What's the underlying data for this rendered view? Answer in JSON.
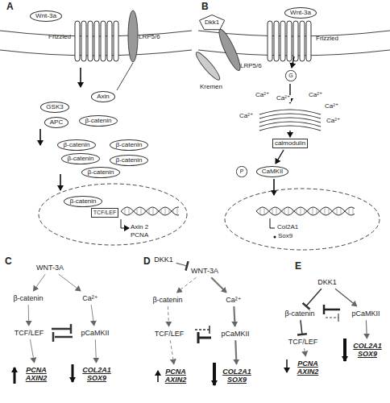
{
  "diagram": {
    "nodes": [
      {
        "text": [
          "Wnt-3a"
        ]
      },
      {
        "text": [
          "Axin"
        ]
      },
      {
        "text": [
          "GSK3"
        ]
      },
      {
        "text": [
          "APC"
        ]
      },
      {
        "text": [
          "β-catenin"
        ]
      },
      {
        "text": [
          "β-catenin"
        ]
      },
      {
        "text": [
          "β-catenin"
        ]
      },
      {
        "text": [
          "β-catenin"
        ]
      },
      {
        "text": [
          "β-catenin"
        ]
      },
      {
        "text": [
          "β-catenin"
        ]
      },
      {
        "text": [
          "β-catenin"
        ]
      },
      {
        "text": [
          "TCF/LEF"
        ]
      },
      {
        "text": [
          "Dkk1"
        ]
      },
      {
        "text": [
          "Wnt-3a"
        ]
      },
      {
        "text": [
          "G"
        ]
      },
      {
        "text": [
          "calmodulin"
        ]
      },
      {
        "text": [
          "P"
        ]
      },
      {
        "text": [
          "CaMKII"
        ]
      },
      {
        "text": [
          "WNT-3A"
        ]
      },
      {
        "text": [
          "β-catenin"
        ]
      },
      {
        "text": [
          "Ca²⁺"
        ]
      },
      {
        "text": [
          "TCF/LEF"
        ]
      },
      {
        "text": [
          "pCaMKII"
        ]
      },
      {
        "text": [
          "PCNA",
          "AXIN2"
        ]
      },
      {
        "text": [
          "COL2A1",
          "SOX9"
        ]
      },
      {
        "text": [
          "DKK1"
        ]
      },
      {
        "text": [
          "WNT-3A"
        ]
      },
      {
        "text": [
          "β-catenin"
        ]
      },
      {
        "text": [
          "Ca²⁺"
        ]
      },
      {
        "text": [
          "TCF/LEF"
        ]
      },
      {
        "text": [
          "pCaMKII"
        ]
      },
      {
        "text": [
          "PCNA",
          "AXIN2"
        ]
      },
      {
        "text": [
          "COL2A1",
          "SOX9"
        ]
      },
      {
        "text": [
          "DKK1"
        ]
      },
      {
        "text": [
          "β-catenin"
        ]
      },
      {
        "text": [
          "pCaMKII"
        ]
      },
      {
        "text": [
          "TCF/LEF"
        ]
      },
      {
        "text": [
          "PCNA",
          "AXIN2"
        ]
      },
      {
        "text": [
          "COL2A1",
          "SOX9"
        ]
      }
    ],
    "edges": [
      {
        "from": 18,
        "to": 19,
        "arrow": "to"
      },
      {
        "from": 18,
        "to": 20,
        "arrow": "to"
      },
      {
        "from": 19,
        "to": 21,
        "arrow": "to"
      },
      {
        "from": 20,
        "to": 22,
        "arrow": "to"
      },
      {
        "from": 21,
        "to": 23,
        "arrow": "to"
      },
      {
        "from": 22,
        "to": 24,
        "arrow": "to"
      },
      {
        "from": 25,
        "to": 26,
        "arrow": "to"
      },
      {
        "from": 26,
        "to": 27,
        "arrow": "to"
      },
      {
        "from": 26,
        "to": 28,
        "arrow": "to"
      },
      {
        "from": 27,
        "to": 29,
        "arrow": "to"
      },
      {
        "from": 28,
        "to": 30,
        "arrow": "to"
      },
      {
        "from": 29,
        "to": 31,
        "arrow": "to"
      },
      {
        "from": 30,
        "to": 32,
        "arrow": "to"
      },
      {
        "from": 33,
        "to": 34,
        "arrow": "to"
      },
      {
        "from": 33,
        "to": 35,
        "arrow": "to"
      },
      {
        "from": 34,
        "to": 36,
        "arrow": "to"
      },
      {
        "from": 35,
        "to": 38,
        "arrow": "to"
      },
      {
        "from": 36,
        "to": 37,
        "arrow": "to"
      }
    ],
    "labels": [
      "A",
      "Frizzled",
      "LRP5/6",
      "Axin 2",
      "PCNA",
      "B",
      "LRP5/6",
      "Kremen",
      "Frizzled",
      "Ca²⁺",
      "Ca²⁺",
      "Ca²⁺",
      "Ca²⁺",
      "Ca²⁺",
      "Ca²⁺",
      "Col2A1",
      "Sox9",
      "C",
      "D",
      "E"
    ]
  }
}
